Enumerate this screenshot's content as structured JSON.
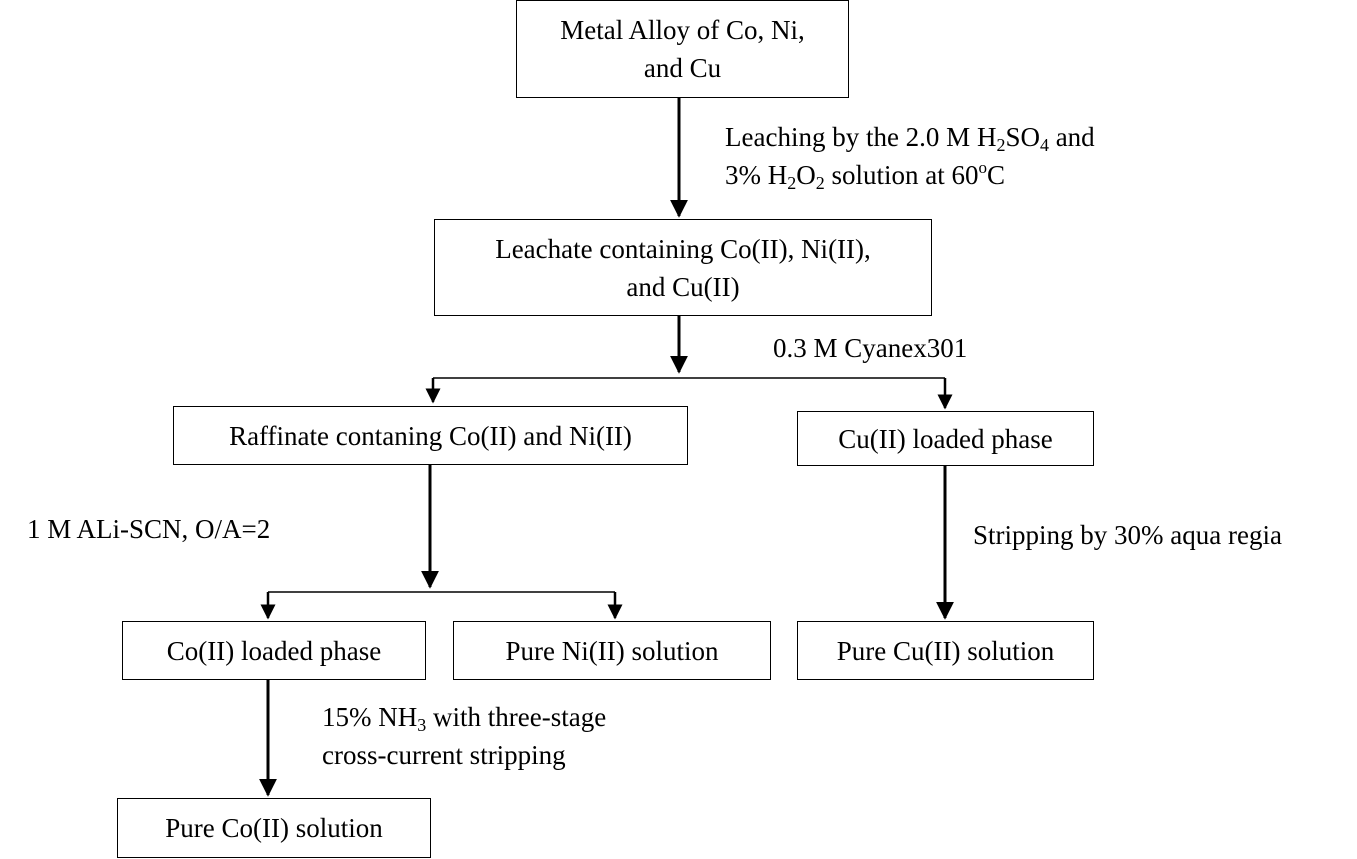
{
  "nodes": {
    "alloy": {
      "line1": "Metal Alloy of Co, Ni,",
      "line2": "and Cu"
    },
    "leachate": {
      "line1": "Leachate containing Co(II), Ni(II),",
      "line2": "and Cu(II)"
    },
    "raffinate": {
      "text": "Raffinate contaning Co(II) and Ni(II)"
    },
    "cu_loaded": {
      "text": "Cu(II) loaded phase"
    },
    "co_loaded": {
      "text": "Co(II) loaded phase"
    },
    "pure_ni": {
      "text": "Pure Ni(II) solution"
    },
    "pure_cu": {
      "text": "Pure Cu(II) solution"
    },
    "pure_co": {
      "text": "Pure Co(II) solution"
    }
  },
  "edges": {
    "leaching": {
      "l1_a": "Leaching by the 2.0 M H",
      "l1_sub1": "2",
      "l1_b": "SO",
      "l1_sub2": "4",
      "l1_c": " and",
      "l2_a": "3% H",
      "l2_sub1": "2",
      "l2_b": "O",
      "l2_sub2": "2",
      "l2_c": " solution at 60",
      "l2_sup": "o",
      "l2_d": "C"
    },
    "cyanex": {
      "text": "0.3 M Cyanex301"
    },
    "ali_scn": {
      "text": "1 M ALi-SCN, O/A=2"
    },
    "aqua_regia": {
      "text": "Stripping by 30% aqua regia"
    },
    "nh3": {
      "l1_a": "15% NH",
      "l1_sub": "3",
      "l1_b": " with three-stage",
      "l2": "cross-current stripping"
    }
  }
}
